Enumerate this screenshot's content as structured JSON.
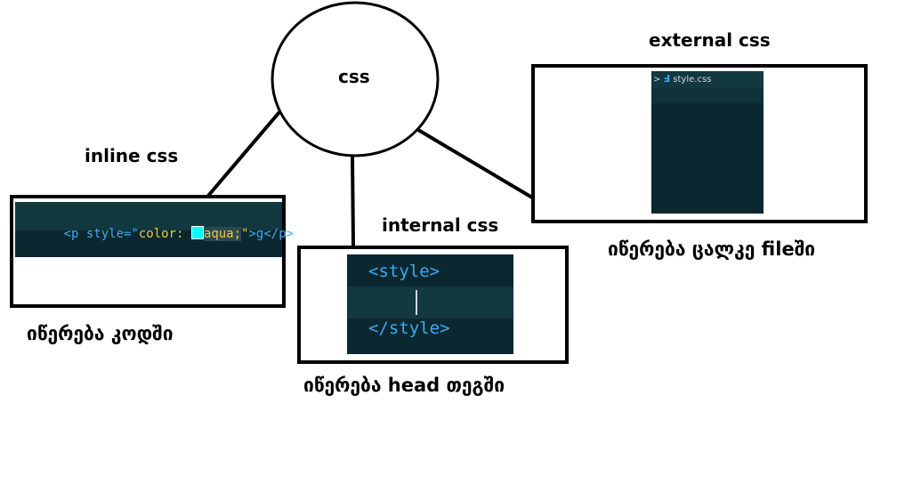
{
  "center": {
    "label": "css"
  },
  "inline": {
    "title": "inline css",
    "code": {
      "open": "<p style=\"",
      "prop": "color:",
      "value": "aqua;",
      "close_quote": "\"",
      "text": ">g</p>"
    },
    "caption": "იწერება კოდში"
  },
  "internal": {
    "title": "internal css",
    "code": {
      "open_tag": "<style>",
      "close_tag": "</style>"
    },
    "caption": "იწერება head თეგში"
  },
  "external": {
    "title": "external css",
    "breadcrumb": {
      "separator": ">",
      "file": "style.css"
    },
    "caption": "იწერება ცალკე fileში"
  },
  "colors": {
    "editor_bg": "#0b2830",
    "swatch": "#00ffff",
    "tag": "#3fa9f5",
    "string": "#f5c542"
  }
}
